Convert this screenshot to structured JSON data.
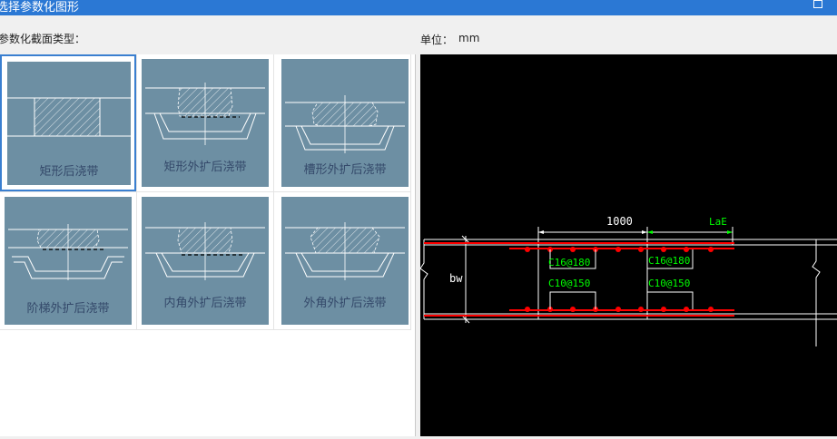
{
  "window": {
    "title": "选择参数化图形"
  },
  "labels": {
    "type_prompt": "参数化截面类型：",
    "unit_label": "单位：",
    "unit_value": "mm"
  },
  "shapes": [
    {
      "name": "矩形后浇带",
      "selected": true
    },
    {
      "name": "矩形外扩后浇带",
      "selected": false
    },
    {
      "name": "槽形外扩后浇带",
      "selected": false
    },
    {
      "name": "阶梯外扩后浇带",
      "selected": false
    },
    {
      "name": "内角外扩后浇带",
      "selected": false
    },
    {
      "name": "外角外扩后浇带",
      "selected": false
    }
  ],
  "preview": {
    "dimension_1000": "1000",
    "lae_label": "LaE",
    "width_label": "bw",
    "rebar_top_left": "C16@180",
    "rebar_top_right": "C16@180",
    "rebar_bottom_left": "C10@150",
    "rebar_bottom_right": "C10@150",
    "colors": {
      "rebar": "#ff0000",
      "annotation": "#00ff00",
      "lines": "#ffffff",
      "background": "#000000",
      "thumb_bg": "#6d8fa3"
    }
  }
}
